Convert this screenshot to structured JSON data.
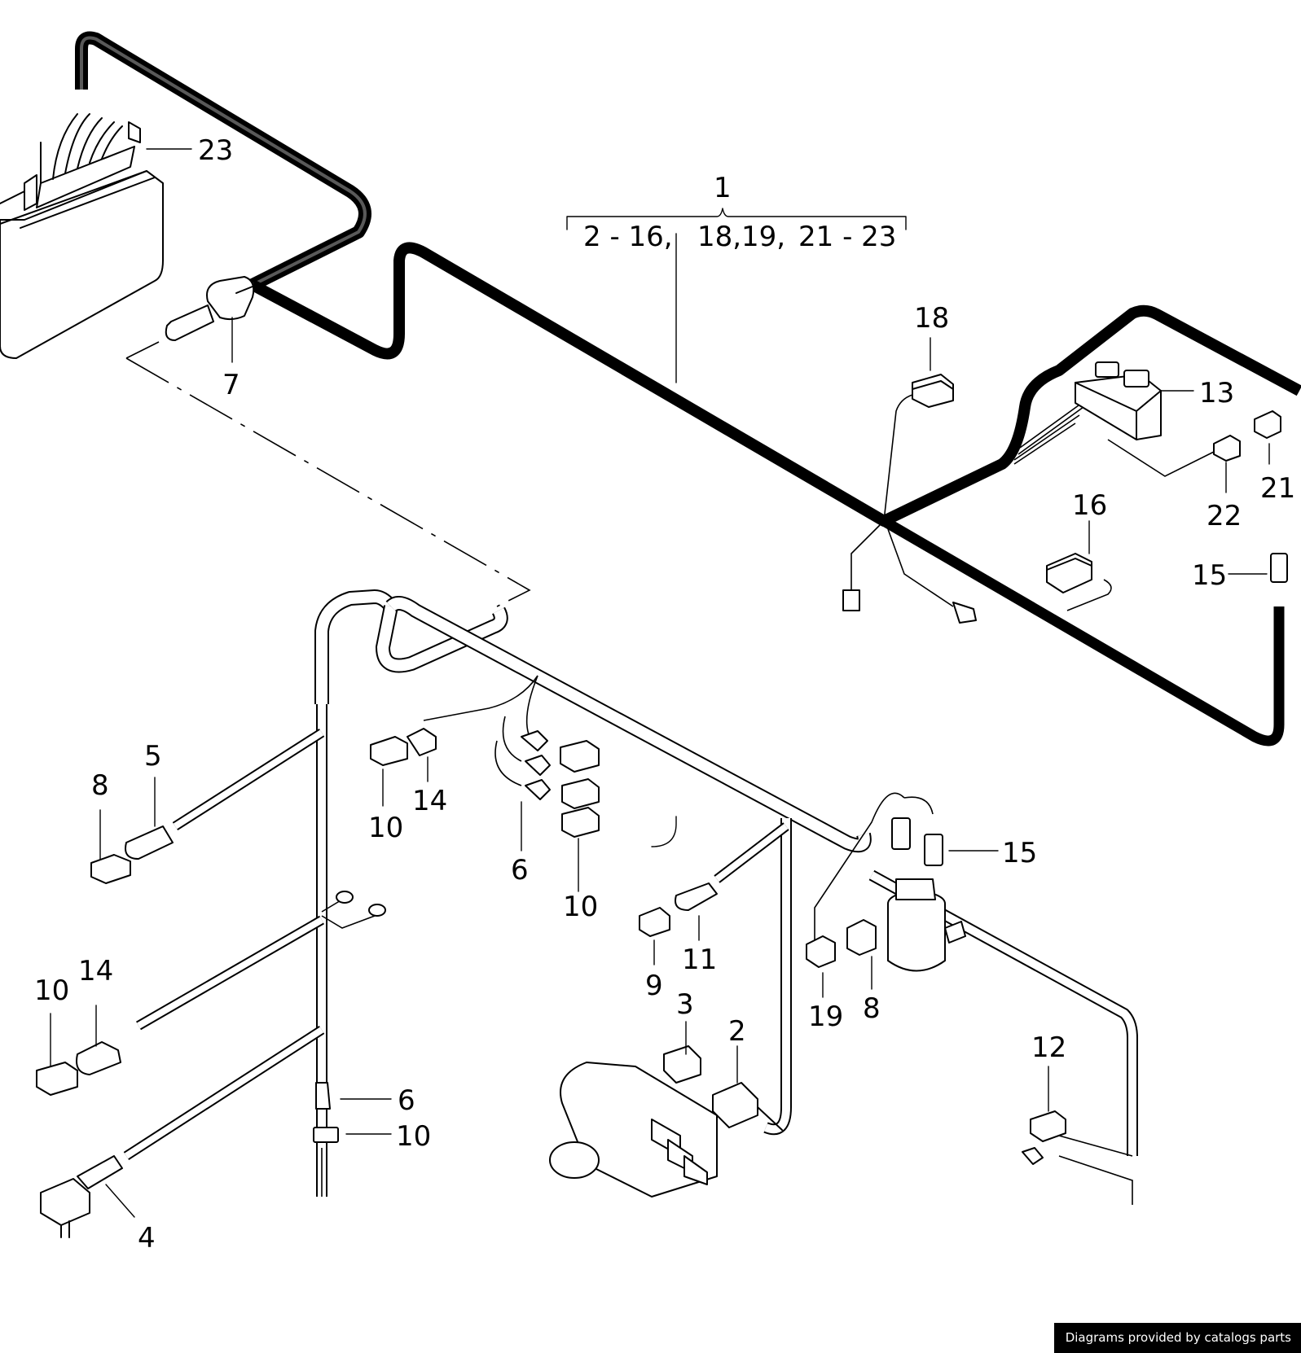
{
  "diagram": {
    "group_label": {
      "number": "1",
      "range_a": "2 - 16,",
      "range_b": "18,",
      "range_c": "19,",
      "range_d": "21 - 23"
    },
    "callouts": {
      "c23": "23",
      "c7": "7",
      "c18": "18",
      "c13": "13",
      "c21": "21",
      "c22": "22",
      "c16": "16",
      "c15a": "15",
      "c5": "5",
      "c8a": "8",
      "c14a": "14",
      "c10a": "10",
      "c6a": "6",
      "c10b": "10",
      "c15b": "15",
      "c11": "11",
      "c9": "9",
      "c19": "19",
      "c8b": "8",
      "c3": "3",
      "c2": "2",
      "c12": "12",
      "c10c": "10",
      "c14b": "14",
      "c6b": "6",
      "c10d": "10",
      "c4": "4"
    }
  },
  "footer": {
    "credit": "Diagrams provided by catalogs parts"
  }
}
